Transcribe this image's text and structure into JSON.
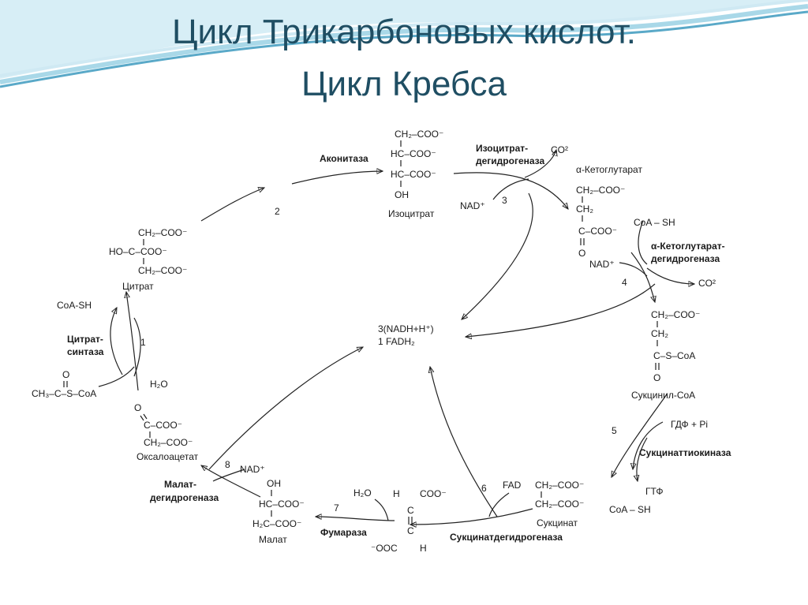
{
  "title": {
    "line1": "Цикл Трикарбоновых кислот.",
    "line2": "Цикл Кребса"
  },
  "colors": {
    "title": "#1f4e63",
    "wave_light": "#a9d8e8",
    "wave_dark": "#5aa9c8"
  },
  "center": {
    "line1": "3(NADH+H⁺)",
    "line2": "1 FADH₂"
  },
  "steps": [
    "1",
    "2",
    "3",
    "4",
    "5",
    "6",
    "7",
    "8"
  ],
  "enzymes": {
    "citrate_synthase": [
      "Цитрат-",
      "синтаза"
    ],
    "aconitase": "Аконитаза",
    "isocitrate_dh": [
      "Изоцитрат-",
      "дегидрогеназа"
    ],
    "akg_dh": [
      "α-Кетоглутарат-",
      "дегидрогеназа"
    ],
    "succinyl_thiokinase": "Сукцинаттиокиназа",
    "succinate_dh": "Сукцинатдегидрогеназа",
    "fumarase": "Фумараза",
    "malate_dh": [
      "Малат-",
      "дегидрогеназа"
    ]
  },
  "metabolites": {
    "citrate": {
      "name": "Цитрат",
      "lines": [
        "CH₂–COO⁻",
        "HO–C–COO⁻",
        "CH₂–COO⁻"
      ]
    },
    "isocitrate": {
      "name": "Изоцитрат",
      "lines": [
        "CH₂–COO⁻",
        "HC–COO⁻",
        "HC–COO⁻",
        "OH"
      ]
    },
    "akg": {
      "name": "α-Кетоглутарат",
      "lines": [
        "CH₂–COO⁻",
        "CH₂",
        "C–COO⁻",
        "O"
      ]
    },
    "succinyl_coa": {
      "name": "Сукцинил-CoA",
      "lines": [
        "CH₂–COO⁻",
        "CH₂",
        "C–S–CoA",
        "O"
      ]
    },
    "succinate": {
      "name": "Сукцинат",
      "lines": [
        "CH₂–COO⁻",
        "CH₂–COO⁻"
      ]
    },
    "fumarate": {
      "lines": [
        "H",
        "COO⁻",
        "C",
        "C",
        "⁻OOC",
        "H"
      ]
    },
    "malate": {
      "name": "Малат",
      "lines": [
        "OH",
        "HC–COO⁻",
        "H₂C–COO⁻"
      ]
    },
    "oxaloacetate": {
      "name": "Оксалоацетат",
      "lines": [
        "O",
        "C–COO⁻",
        "CH₂–COO⁻"
      ]
    },
    "acetyl_coa": {
      "lines": [
        "O",
        "CH₃–C–S–CoA"
      ]
    }
  },
  "cofactors": {
    "coa_sh_1": "CoA-SH",
    "h2o_1": "H₂O",
    "co2_1": "CO²",
    "nad_1": "NAD⁺",
    "coa_sh_2": "CoA – SH",
    "nad_2": "NAD⁺",
    "co2_2": "CO²",
    "gdp_pi": "ГДФ + Pi",
    "gtp": "ГТФ",
    "coa_sh_3": "CoA – SH",
    "fad": "FAD",
    "h2o_2": "H₂O",
    "nad_3": "NAD⁺"
  }
}
